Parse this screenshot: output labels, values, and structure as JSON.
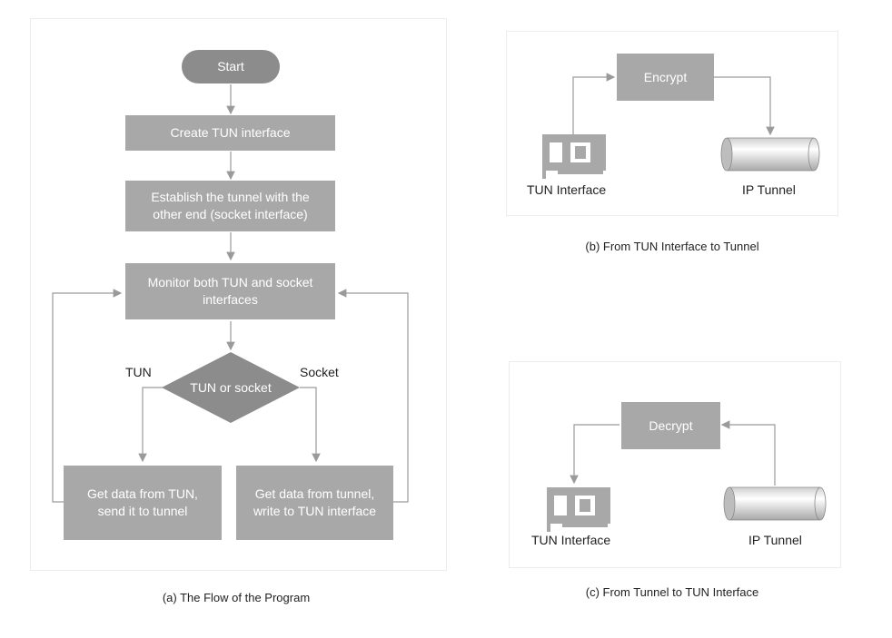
{
  "flow": {
    "start": "Start",
    "create_tun": "Create TUN interface",
    "establish": "Establish the tunnel with the other end (socket interface)",
    "monitor": "Monitor both TUN and socket interfaces",
    "decision": "TUN or socket",
    "tun_branch": "TUN",
    "socket_branch": "Socket",
    "left_action": "Get data from TUN, send it to tunnel",
    "right_action": "Get data from tunnel, write to TUN interface",
    "caption": "(a) The Flow of the Program"
  },
  "diagram_b": {
    "process": "Encrypt",
    "source_label": "TUN Interface",
    "dest_label": "IP Tunnel",
    "caption": "(b) From TUN Interface to Tunnel"
  },
  "diagram_c": {
    "process": "Decrypt",
    "dest_label": "TUN Interface",
    "source_label": "IP Tunnel",
    "caption": "(c) From Tunnel to TUN Interface"
  },
  "colors": {
    "box_fill": "#a8a8a8",
    "diamond_fill": "#8c8c8c",
    "arrow": "#9a9a9a"
  }
}
